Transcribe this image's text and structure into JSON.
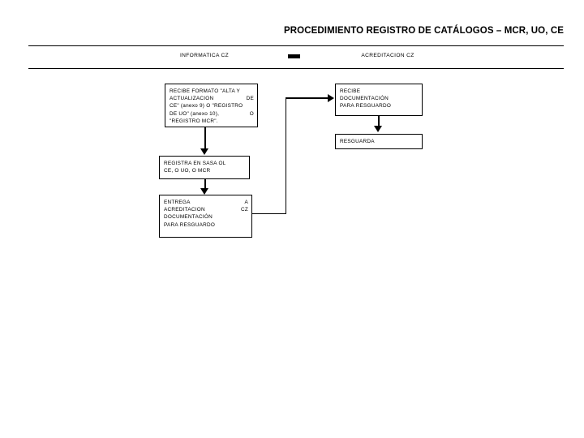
{
  "page": {
    "title": "PROCEDIMIENTO REGISTRO DE CATÁLOGOS – MCR, UO, CE"
  },
  "columns": [
    {
      "id": "informatica-cz",
      "label": "INFORMATICA CZ"
    },
    {
      "id": "acreditacion-cz",
      "label": "ACREDITACION CZ"
    }
  ],
  "header_marker": "filled-rectangle-marker",
  "nodes": {
    "recibe_formato": {
      "id": "recibe-formato",
      "lines": [
        {
          "left": "RECIBE FORMATO \"ALTA Y",
          "right": ""
        },
        {
          "left": "ACTUALIZACION",
          "right": "DE"
        },
        {
          "left": "CE\" (anexo 9) O \"REGISTRO",
          "right": ""
        },
        {
          "left": "DE    UO\" (anexo    10),",
          "right": "O"
        },
        {
          "left": "\"REGISTRO MCR\".",
          "right": ""
        }
      ],
      "text": "RECIBE FORMATO \"ALTA Y ACTUALIZACION DE CE\" (anexo 9) O \"REGISTRO DE UO\" (anexo 10), O \"REGISTRO MCR\"."
    },
    "registra_sasa": {
      "id": "registra-en-sasa",
      "lines": [
        {
          "left": "REGISTRA EN SASA OL",
          "right": ""
        },
        {
          "left": "CE, O UO, O MCR",
          "right": ""
        }
      ],
      "text": "REGISTRA EN SASA OL CE, O UO, O MCR"
    },
    "entrega_acreditacion": {
      "id": "entrega-acreditacion",
      "lines": [
        {
          "left": "ENTREGA",
          "right": "A"
        },
        {
          "left": "ACREDITACION",
          "right": "CZ"
        },
        {
          "left": "DOCUMENTACIÓN",
          "right": ""
        },
        {
          "left": "PARA RESGUARDO",
          "right": ""
        }
      ],
      "text": "ENTREGA A ACREDITACION CZ DOCUMENTACIÓN PARA RESGUARDO"
    },
    "recibe_documentacion": {
      "id": "recibe-documentacion",
      "lines": [
        {
          "left": "RECIBE",
          "right": ""
        },
        {
          "left": "DOCUMENTACIÓN",
          "right": ""
        },
        {
          "left": "PARA RESGUARDO",
          "right": ""
        }
      ],
      "text": "RECIBE DOCUMENTACIÓN PARA RESGUARDO"
    },
    "resguarda": {
      "id": "resguarda",
      "lines": [
        {
          "left": "RESGUARDA",
          "right": ""
        }
      ],
      "text": "RESGUARDA"
    }
  },
  "connectors": [
    {
      "id": "recibe-formato-to-registra-sasa",
      "type": "arrow-down"
    },
    {
      "id": "registra-sasa-to-entrega",
      "type": "arrow-down"
    },
    {
      "id": "recibe-documentacion-to-resguarda",
      "type": "arrow-down"
    },
    {
      "id": "entrega-to-recibe-documentacion",
      "type": "elbow-arrow-right"
    }
  ],
  "colors": {
    "ink": "#000000",
    "paper": "#ffffff"
  }
}
